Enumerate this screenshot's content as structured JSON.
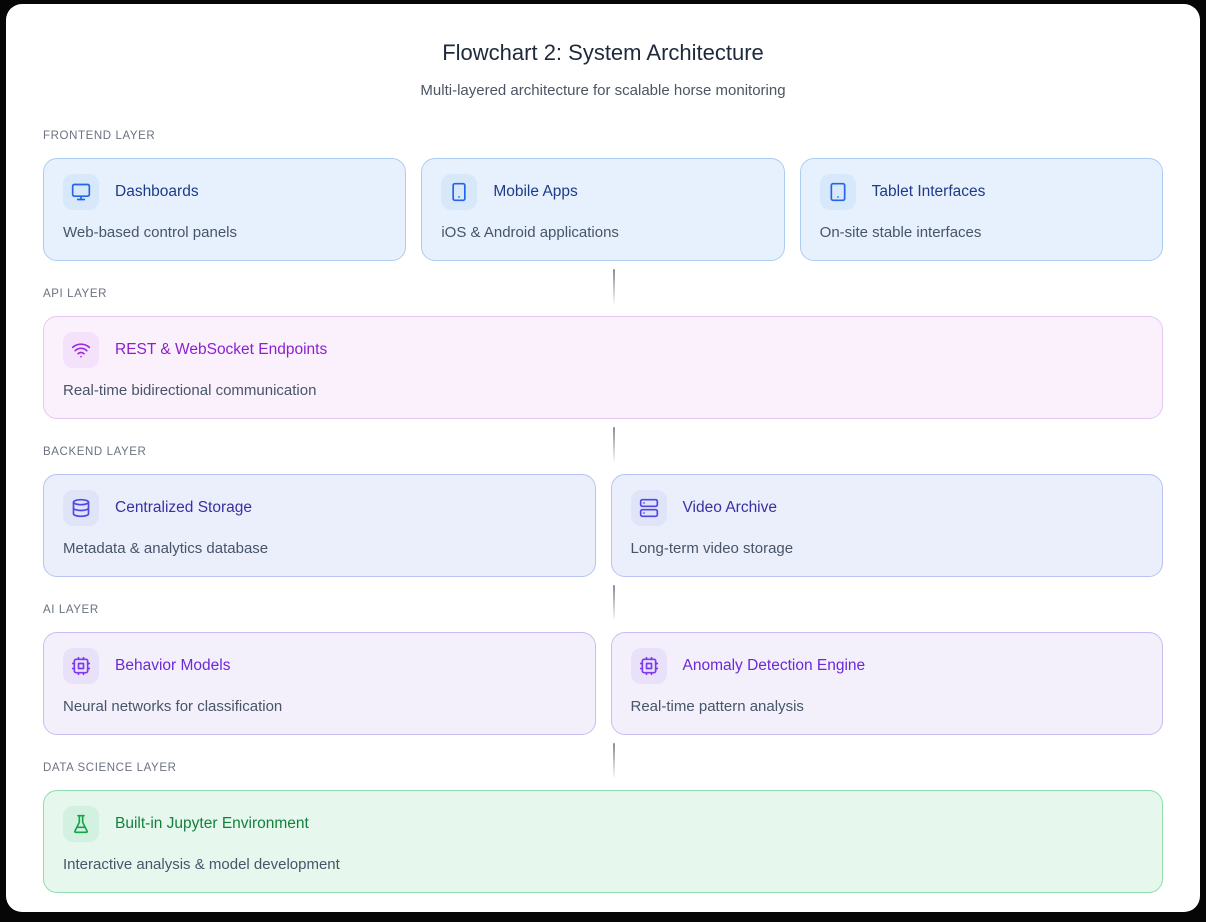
{
  "page": {
    "title": "Flowchart 2: System Architecture",
    "subtitle": "Multi-layered architecture for scalable horse monitoring"
  },
  "colors": {
    "page_background": "#060607",
    "window_background": "#ffffff",
    "section_label": "#6b7280",
    "description_text": "#475569",
    "connector_line": "#868c95"
  },
  "themes": {
    "blue": {
      "bg": "#e7f1fd",
      "border": "#abcdf2",
      "chip": "#d7e8fb",
      "icon": "#2563eb",
      "title": "#1e3a8a"
    },
    "purple": {
      "bg": "#faf1fc",
      "border": "#e5c9f0",
      "chip": "#f3e2fa",
      "icon": "#9b2ce2",
      "title": "#8b21ce"
    },
    "indigo": {
      "bg": "#ebeefb",
      "border": "#b9c3f2",
      "chip": "#dfe4f9",
      "icon": "#4f46e5",
      "title": "#3730a3"
    },
    "violet": {
      "bg": "#f3f0fb",
      "border": "#ccbcf0",
      "chip": "#e9e1f9",
      "icon": "#7c3aed",
      "title": "#6d28d9"
    },
    "green": {
      "bg": "#e6f7ed",
      "border": "#90dcae",
      "chip": "#d3f1e0",
      "icon": "#16a34a",
      "title": "#15803d"
    }
  },
  "layers": [
    {
      "label": "FRONTEND LAYER",
      "theme": "blue",
      "connector_above": false,
      "cards": [
        {
          "icon": "monitor-icon",
          "title": "Dashboards",
          "description": "Web-based control panels"
        },
        {
          "icon": "smartphone-icon",
          "title": "Mobile Apps",
          "description": "iOS & Android applications"
        },
        {
          "icon": "tablet-icon",
          "title": "Tablet Interfaces",
          "description": "On-site stable interfaces"
        }
      ]
    },
    {
      "label": "API LAYER",
      "theme": "purple",
      "connector_above": true,
      "cards": [
        {
          "icon": "wifi-icon",
          "title": "REST & WebSocket Endpoints",
          "description": "Real-time bidirectional communication"
        }
      ]
    },
    {
      "label": "BACKEND LAYER",
      "theme": "indigo",
      "connector_above": true,
      "cards": [
        {
          "icon": "database-icon",
          "title": "Centralized Storage",
          "description": "Metadata & analytics database"
        },
        {
          "icon": "server-icon",
          "title": "Video Archive",
          "description": "Long-term video storage"
        }
      ]
    },
    {
      "label": "AI LAYER",
      "theme": "violet",
      "connector_above": true,
      "cards": [
        {
          "icon": "cpu-icon",
          "title": "Behavior Models",
          "description": "Neural networks for classification"
        },
        {
          "icon": "cpu-icon",
          "title": "Anomaly Detection Engine",
          "description": "Real-time pattern analysis"
        }
      ]
    },
    {
      "label": "DATA SCIENCE LAYER",
      "theme": "green",
      "connector_above": true,
      "cards": [
        {
          "icon": "flask-icon",
          "title": "Built-in Jupyter Environment",
          "description": "Interactive analysis & model development"
        }
      ]
    }
  ]
}
